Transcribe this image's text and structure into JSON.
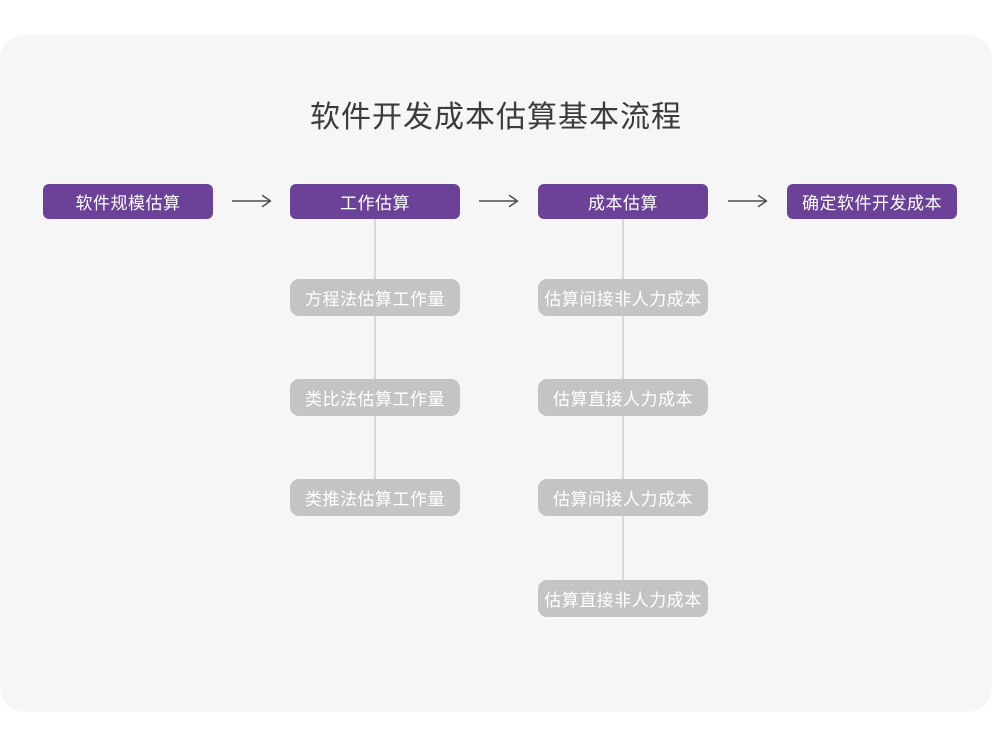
{
  "title": "软件开发成本估算基本流程",
  "colors": {
    "page_bg": "#FFFFFF",
    "card_bg": "#F6F6F6",
    "stage_bg": "#6C4299",
    "substep_bg": "#C4C4C4",
    "box_text": "#FFFFFF",
    "title_text": "#3B3B3B",
    "connector": "#D8D8D8",
    "arrow": "#4D4D4D"
  },
  "flow": {
    "stages": [
      {
        "label": "软件规模估算"
      },
      {
        "label": "工作估算",
        "substeps": [
          "方程法估算工作量",
          "类比法估算工作量",
          "类推法估算工作量"
        ]
      },
      {
        "label": "成本估算",
        "substeps": [
          "估算间接非人力成本",
          "估算直接人力成本",
          "估算间接人力成本",
          "估算直接非人力成本"
        ]
      },
      {
        "label": "确定软件开发成本"
      }
    ]
  }
}
